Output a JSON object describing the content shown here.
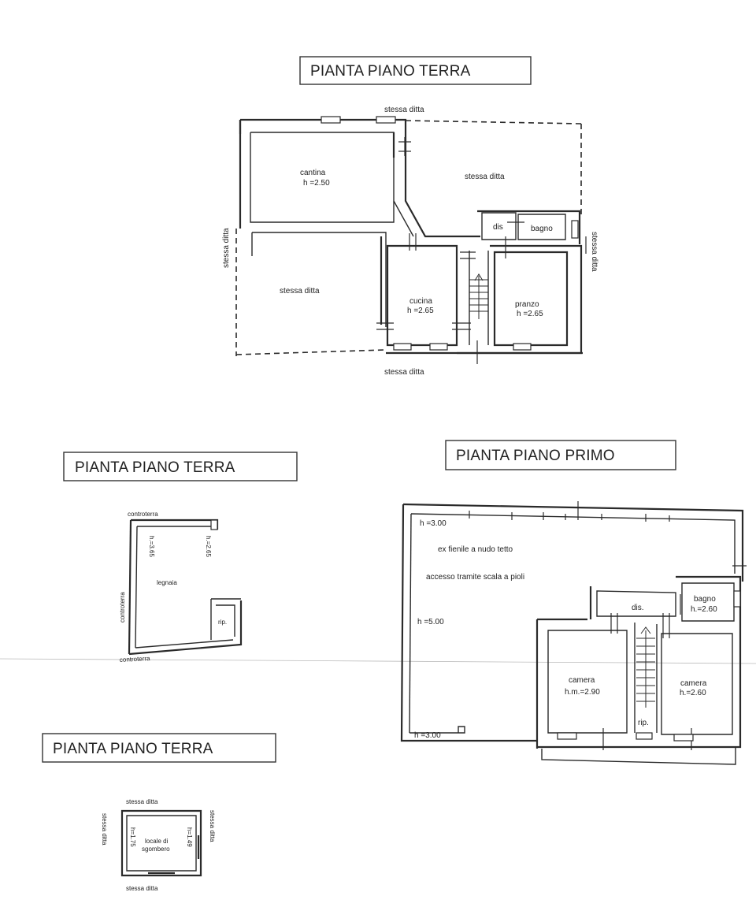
{
  "titles": {
    "ground_main": "PIANTA PIANO TERRA",
    "ground_legnaia": "PIANTA PIANO TERRA",
    "first_floor": "PIANTA PIANO PRIMO",
    "ground_sgombero": "PIANTA PIANO TERRA"
  },
  "ground_main": {
    "stessa_ditta_top": "stessa ditta",
    "stessa_ditta_bottom": "stessa ditta",
    "stessa_ditta_left": "stessa ditta",
    "stessa_ditta_right": "stessa ditta",
    "cantina_name": "cantina",
    "cantina_h": "h =2.50",
    "stessa_ditta_room1": "stessa ditta",
    "stessa_ditta_room2": "stessa ditta",
    "dis": "dis",
    "bagno": "bagno",
    "cucina_name": "cucina",
    "cucina_h": "h =2.65",
    "pranzo_name": "pranzo",
    "pranzo_h": "h =2.65"
  },
  "legnaia": {
    "controterra_top": "controterra",
    "controterra_left": "controterra",
    "controterra_bottom": "controterra",
    "h_left": "h.=3.65",
    "h_right": "h.=2.65",
    "name": "legnaia",
    "rip": "rip."
  },
  "first_floor": {
    "h_top": "h =3.00",
    "fienile": "ex fienile  a nudo tetto",
    "accesso": "accesso tramite scala a pioli",
    "h_mid": "h =5.00",
    "h_bottom": "h =3.00",
    "dis": "dis.",
    "bagno_name": "bagno",
    "bagno_h": "h.=2.60",
    "camera1_name": "camera",
    "camera1_h": "h.m.=2.90",
    "camera2_name": "camera",
    "camera2_h": "h.=2.60",
    "rip": "rip."
  },
  "sgombero": {
    "stessa_ditta_top": "stessa ditta",
    "stessa_ditta_bottom": "stessa ditta",
    "stessa_ditta_left": "stessa ditta",
    "stessa_ditta_right": "stessa ditta",
    "h_left": "h=1.75",
    "h_right": "h=1.49",
    "name_line1": "locale di",
    "name_line2": "sgombero"
  }
}
